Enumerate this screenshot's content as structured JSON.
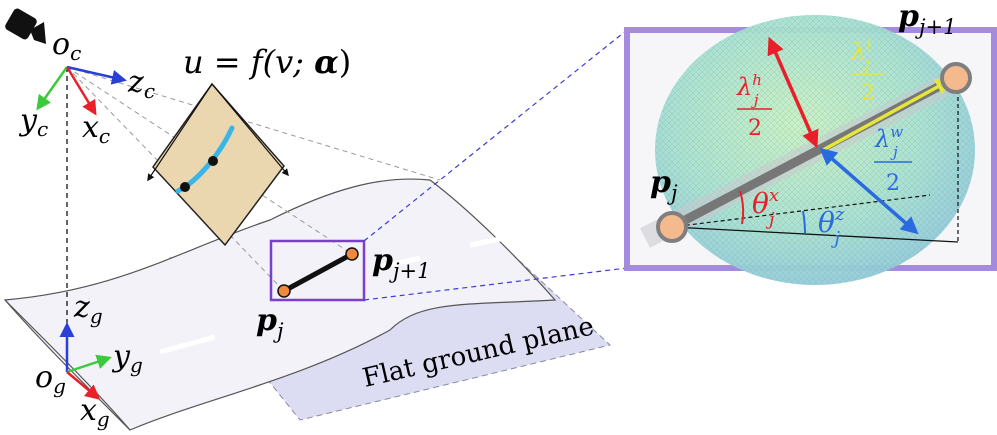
{
  "camera": {
    "origin": "o",
    "origin_sub": "c",
    "x_axis": "x",
    "x_sub": "c",
    "y_axis": "y",
    "y_sub": "c",
    "z_axis": "z",
    "z_sub": "c"
  },
  "ground": {
    "origin": "o",
    "origin_sub": "g",
    "x_axis": "x",
    "x_sub": "g",
    "y_axis": "y",
    "y_sub": "g",
    "z_axis": "z",
    "z_sub": "g",
    "plane_label": "Flat ground plane"
  },
  "image_plane": {
    "equation_lhs": "u = f(v; ",
    "equation_param": "α",
    "equation_end": ")"
  },
  "points": {
    "p": "p",
    "p_j_sub": "j",
    "p_j1_sub": "j+1"
  },
  "inset": {
    "lambda": "λ",
    "lambda_h_sup": "h",
    "lambda_w_sup": "w",
    "lambda_l_sup": "l",
    "lambda_sub": "j",
    "denominator": "2",
    "theta": "θ",
    "theta_x_sup": "x",
    "theta_z_sup": "z",
    "theta_sub": "j"
  },
  "colors": {
    "x_axis": "#e8202a",
    "y_axis": "#3cc93c",
    "z_axis": "#2a3fd6",
    "highlight_box": "#7b3fd0",
    "inset_border": "#a58be0",
    "endpoint": "#f08a3a",
    "curve": "#3ab6e6",
    "image_plane_fill": "#ead7b0",
    "ground_fill": "#dcdcf2",
    "lambda_h": "#e8202a",
    "lambda_w": "#2a6ae0",
    "lambda_l": "#e6e63a"
  }
}
